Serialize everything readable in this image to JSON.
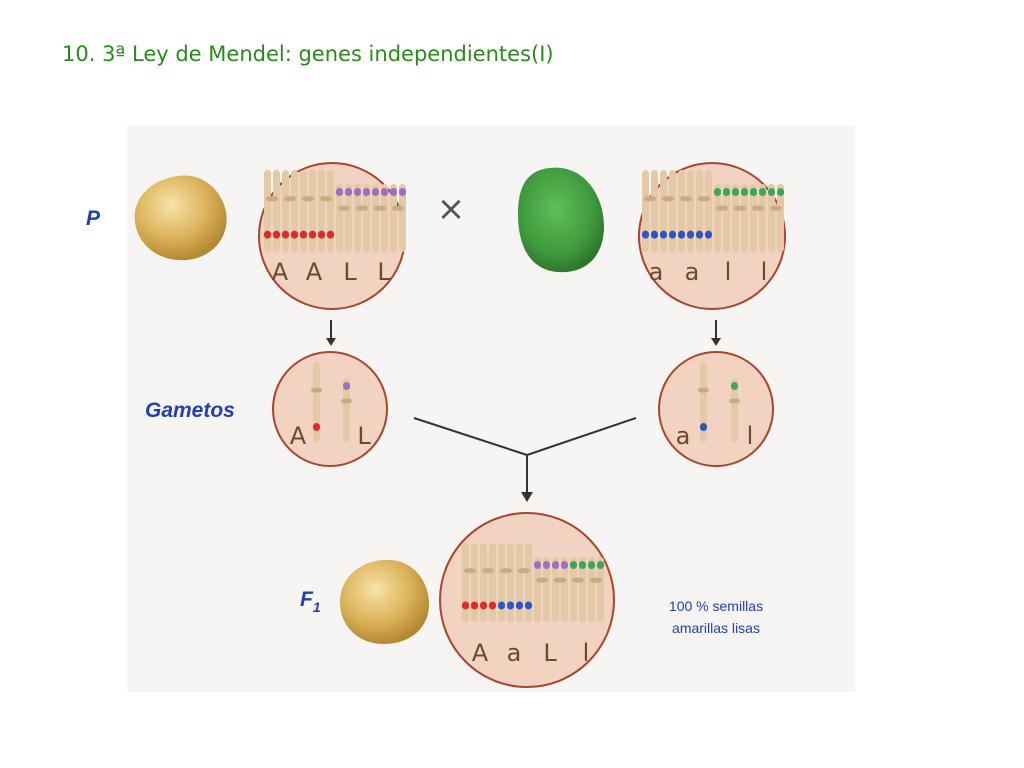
{
  "title": "10. 3ª Ley de Mendel: genes independientes(I)",
  "labels": {
    "p": "P",
    "gametes": "Gametos",
    "f1_base": "F",
    "f1_sub": "1"
  },
  "cross_symbol": "×",
  "parent_left_alleles": [
    "A",
    "A",
    "L",
    "L"
  ],
  "parent_right_alleles": [
    "a",
    "a",
    "l",
    "l"
  ],
  "gamete_left_alleles": [
    "A",
    "L"
  ],
  "gamete_right_alleles": [
    "a",
    "l"
  ],
  "f1_alleles": [
    "A",
    "a",
    "L",
    "l"
  ],
  "f1_note_line1": "100 % semillas",
  "f1_note_line2": "amarillas lisas",
  "colors": {
    "title": "#2b8a1c",
    "labels": "#1f3fb6",
    "circle_fill": "#f2d2c0",
    "circle_stroke": "#a8452b",
    "chromosome": "#e3c9a6",
    "band_red": "#e02a2a",
    "band_blue": "#2c55c8",
    "band_purple": "#9a6fc4",
    "band_green": "#39a85a",
    "pea_yellow": "#dcb25a",
    "pea_green": "#3f9a3d"
  }
}
